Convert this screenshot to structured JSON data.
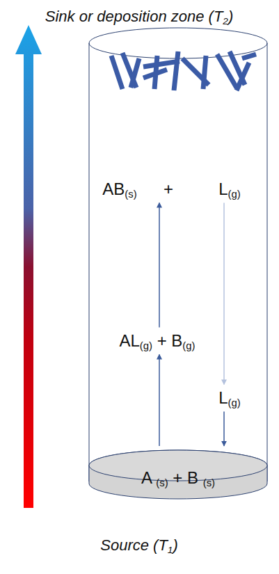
{
  "diagram": {
    "title": "Sink or deposition zone (T2)",
    "caption": "Source (T1)",
    "nodes": [
      {
        "text": [
          "AB(s)"
        ]
      },
      {
        "text": [
          "L(g)"
        ]
      },
      {
        "text": [
          "AL(g) + B(g)"
        ]
      },
      {
        "text": [
          "L(g)"
        ]
      },
      {
        "text": [
          "A (s) + B (s)"
        ]
      }
    ],
    "edges": [
      {
        "from": 2,
        "to": 0,
        "arrow": "to"
      },
      {
        "from": 4,
        "to": 2,
        "arrow": "to"
      },
      {
        "from": 1,
        "to": 3,
        "arrow": "to"
      },
      {
        "from": 3,
        "to": 4,
        "arrow": "to"
      }
    ],
    "labels": [
      "+"
    ]
  }
}
